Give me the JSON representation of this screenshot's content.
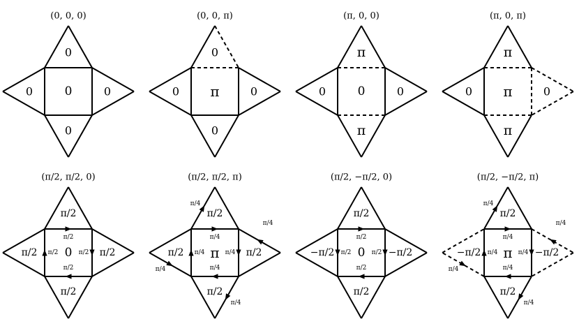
{
  "panels": [
    {
      "title": "(0, 0, 0)",
      "center": "0",
      "top": "0",
      "left": "0",
      "right": "0",
      "bottom": "0",
      "dashed": [],
      "side_labels": []
    },
    {
      "title": "(0, 0, π)",
      "center": "π",
      "top": "0",
      "left": "0",
      "right": "0",
      "bottom": "0",
      "dashed": [
        "sq_top",
        "top_right"
      ],
      "side_labels": []
    },
    {
      "title": "(π, 0, 0)",
      "center": "0",
      "top": "π",
      "left": "0",
      "right": "0",
      "bottom": "π",
      "dashed": [
        "sq_top",
        "sq_bottom"
      ],
      "side_labels": []
    },
    {
      "title": "(π, 0, π)",
      "center": "π",
      "top": "π",
      "left": "0",
      "right": "0",
      "bottom": "π",
      "dashed": [
        "sq_top",
        "sq_right",
        "sq_bottom",
        "right_top",
        "right_bottom"
      ],
      "side_labels": []
    },
    {
      "title": "(π/2, π/2, 0)",
      "center": "0",
      "top": "π/2",
      "left": "π/2",
      "right": "π/2",
      "bottom": "π/2",
      "dashed": [],
      "side_labels": [
        "π/2",
        "π/2",
        "π/2",
        "π/2"
      ]
    },
    {
      "title": "(π/2, π/2, π)",
      "center": "π",
      "top": "π/2",
      "left": "π/2",
      "right": "π/2",
      "bottom": "π/2",
      "dashed": [],
      "side_labels": [
        "π/4",
        "π/4",
        "π/4",
        "π/4",
        "π/4",
        "π/4",
        "π/4",
        "π/4"
      ]
    },
    {
      "title": "(π/2, −π/2, 0)",
      "center": "0",
      "top": "π/2",
      "left": "−π/2",
      "right": "−π/2",
      "bottom": "π/2",
      "dashed": [],
      "side_labels": [
        "π/2",
        "π/2",
        "π/2",
        "π/2"
      ]
    },
    {
      "title": "(π/2, −π/2, π)",
      "center": "π",
      "top": "π/2",
      "left": "−π/2",
      "right": "−π/2",
      "bottom": "π/2",
      "dashed": [
        "left_top",
        "left_bottom",
        "right_top",
        "right_bottom"
      ],
      "side_labels": [
        "π/4",
        "π/4",
        "π/4",
        "π/4",
        "π/4",
        "π/4",
        "π/4",
        "π/4"
      ]
    }
  ]
}
